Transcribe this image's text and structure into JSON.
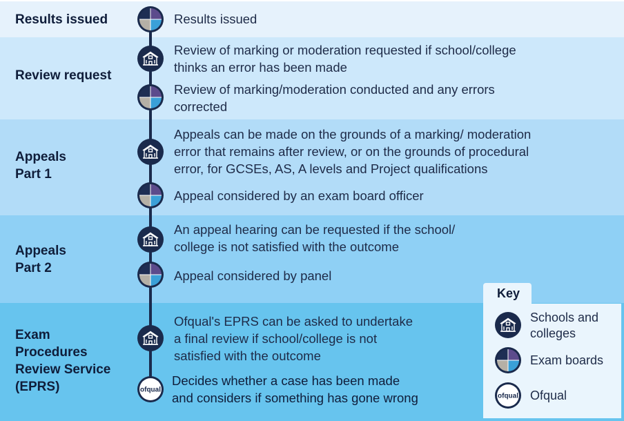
{
  "stages": [
    {
      "label": "Results issued",
      "color": "#e6f2fc"
    },
    {
      "label": "Review request",
      "color": "#cde8fb"
    },
    {
      "label": "Appeals\nPart 1",
      "color": "#b2dcf8"
    },
    {
      "label": "Appeals\nPart 2",
      "color": "#8fd0f5"
    },
    {
      "label": "Exam\nProcedures\nReview Service\n(EPRS)",
      "color": "#67c4ee"
    }
  ],
  "steps": [
    {
      "text": "Results issued",
      "actor": "exam-board"
    },
    {
      "text": "Review of marking or moderation requested if school/college\nthinks an error has been made",
      "actor": "school"
    },
    {
      "text": "Review of marking/moderation conducted and any errors\ncorrected",
      "actor": "exam-board"
    },
    {
      "text": "Appeals can be made on the grounds of a marking/ moderation\nerror that remains after review, or on the grounds of procedural\nerror, for GCSEs, AS, A levels and Project qualifications",
      "actor": "school"
    },
    {
      "text": "Appeal considered by an exam board officer",
      "actor": "exam-board"
    },
    {
      "text": "An appeal hearing can be requested if the school/\ncollege is not satisfied with the outcome",
      "actor": "school"
    },
    {
      "text": "Appeal considered by panel",
      "actor": "exam-board"
    },
    {
      "text": "Ofqual's EPRS can be asked to undertake\na final review if school/college is not\nsatisfied with the outcome",
      "actor": "school"
    },
    {
      "text": "Decides whether a case has been made\nand considers if something has gone wrong",
      "actor": "ofqual"
    }
  ],
  "key": {
    "title": "Key",
    "items": [
      {
        "label": "Schools and\ncolleges",
        "icon": "school-building-icon"
      },
      {
        "label": "Exam boards",
        "icon": "exam-board-quadrant-icon"
      },
      {
        "label": "Ofqual",
        "icon": "ofqual-logo-icon"
      }
    ]
  },
  "ofqual_logo_text": "ofqual",
  "colors": {
    "navy": "#1a2a4c",
    "quad_purple": "#5c4b8c",
    "quad_grey": "#b5b0a6",
    "quad_blue": "#3aa0d8",
    "quad_navy": "#1e2e54"
  }
}
